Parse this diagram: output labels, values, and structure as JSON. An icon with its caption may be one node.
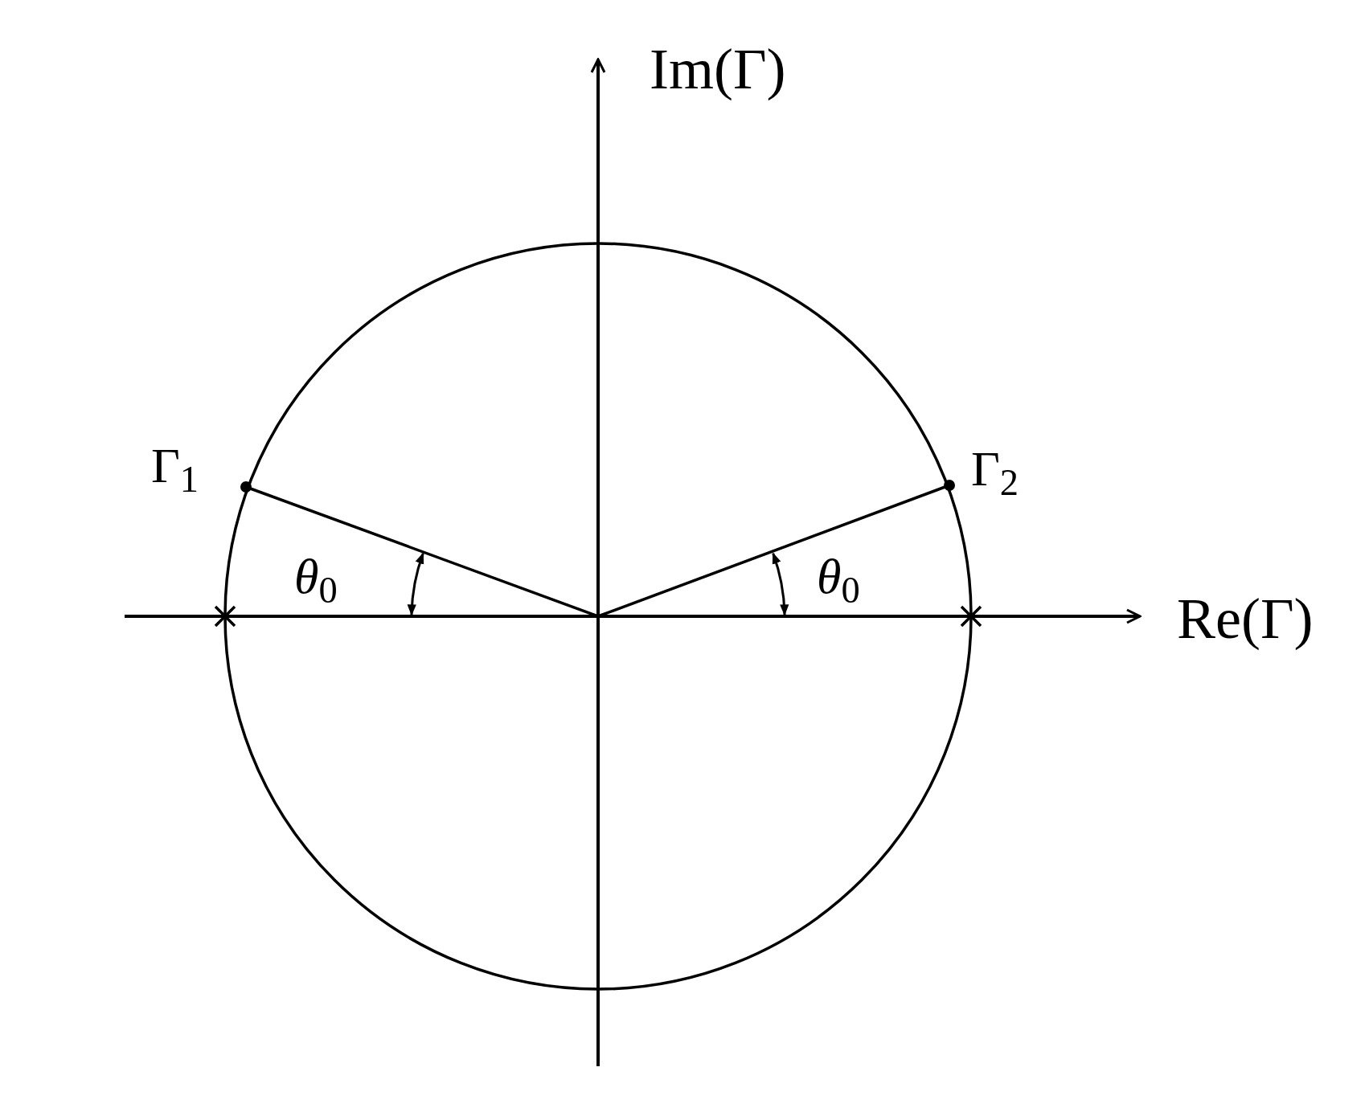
{
  "diagram": {
    "labels": [
      "Im(Γ)",
      "Γ$_{1}$",
      "Γ$_{2}$",
      "*θ*$_{0}$",
      "*θ*$_{0}$",
      "Re(Γ)"
    ]
  }
}
